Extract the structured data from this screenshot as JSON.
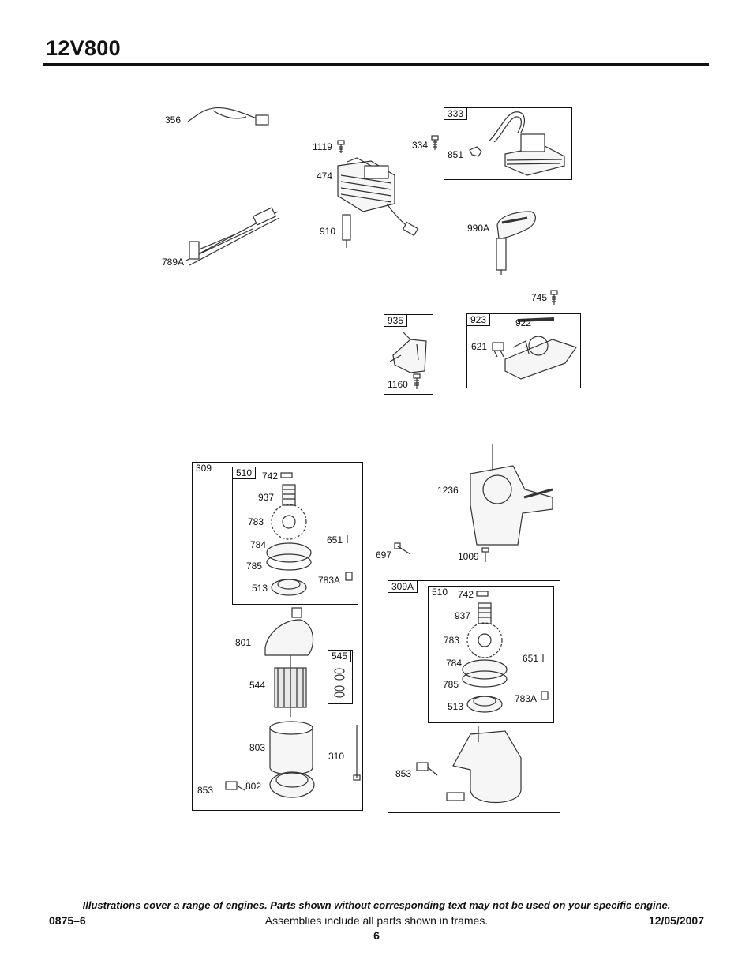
{
  "header": {
    "model": "12V800"
  },
  "frames": {
    "f333": "333",
    "f935": "935",
    "f923": "923",
    "f309": "309",
    "f510a": "510",
    "f545": "545",
    "f309A": "309A",
    "f510b": "510"
  },
  "labels": {
    "p356": "356",
    "p1119": "1119",
    "p334": "334",
    "p851": "851",
    "p474": "474",
    "p910": "910",
    "p990A": "990A",
    "p789A": "789A",
    "p745": "745",
    "p922": "922",
    "p621": "621",
    "p1160": "1160",
    "p742a": "742",
    "p937a": "937",
    "p783a": "783",
    "p651a": "651",
    "p784a": "784",
    "p785a": "785",
    "p783Aa": "783A",
    "p513a": "513",
    "p801": "801",
    "p544": "544",
    "p803": "803",
    "p310": "310",
    "p853a": "853",
    "p802": "802",
    "p1236": "1236",
    "p697": "697",
    "p1009": "1009",
    "p742b": "742",
    "p937b": "937",
    "p783b": "783",
    "p651b": "651",
    "p784b": "784",
    "p785b": "785",
    "p783Ab": "783A",
    "p513b": "513",
    "p853b": "853"
  },
  "footer": {
    "disclaimer": "Illustrations cover a range of engines. Parts shown without corresponding text may not be used on your specific engine.",
    "doc_number": "0875–6",
    "note": "Assemblies include all parts shown in frames.",
    "date": "12/05/2007",
    "page": "6"
  }
}
